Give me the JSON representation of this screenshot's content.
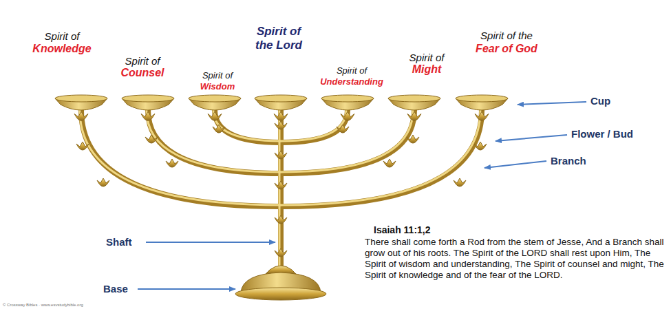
{
  "diagram": {
    "labels": [
      "Spirit of",
      "Knowledge",
      "Spirit of",
      "Counsel",
      "Spirit of",
      "Wisdom",
      "Spirit of",
      "the Lord",
      "Spirit of",
      "Understanding",
      "Spirit of",
      "Might",
      "Spirit of the",
      "Fear of God",
      "Cup",
      "Flower / Bud",
      "Branch",
      "Shaft",
      "Base",
      "Isaiah 11:1,2",
      "There shall come forth a Rod from the stem of Jesse, And a Branch shall grow out of his roots. The Spirit of the LORD shall rest upon Him, The Spirit of wisdom and understanding, The Spirit of counsel and might, The Spirit of knowledge and of the fear of the LORD.",
      "© Crossway Bibles · www.esvstudybible.org"
    ]
  }
}
